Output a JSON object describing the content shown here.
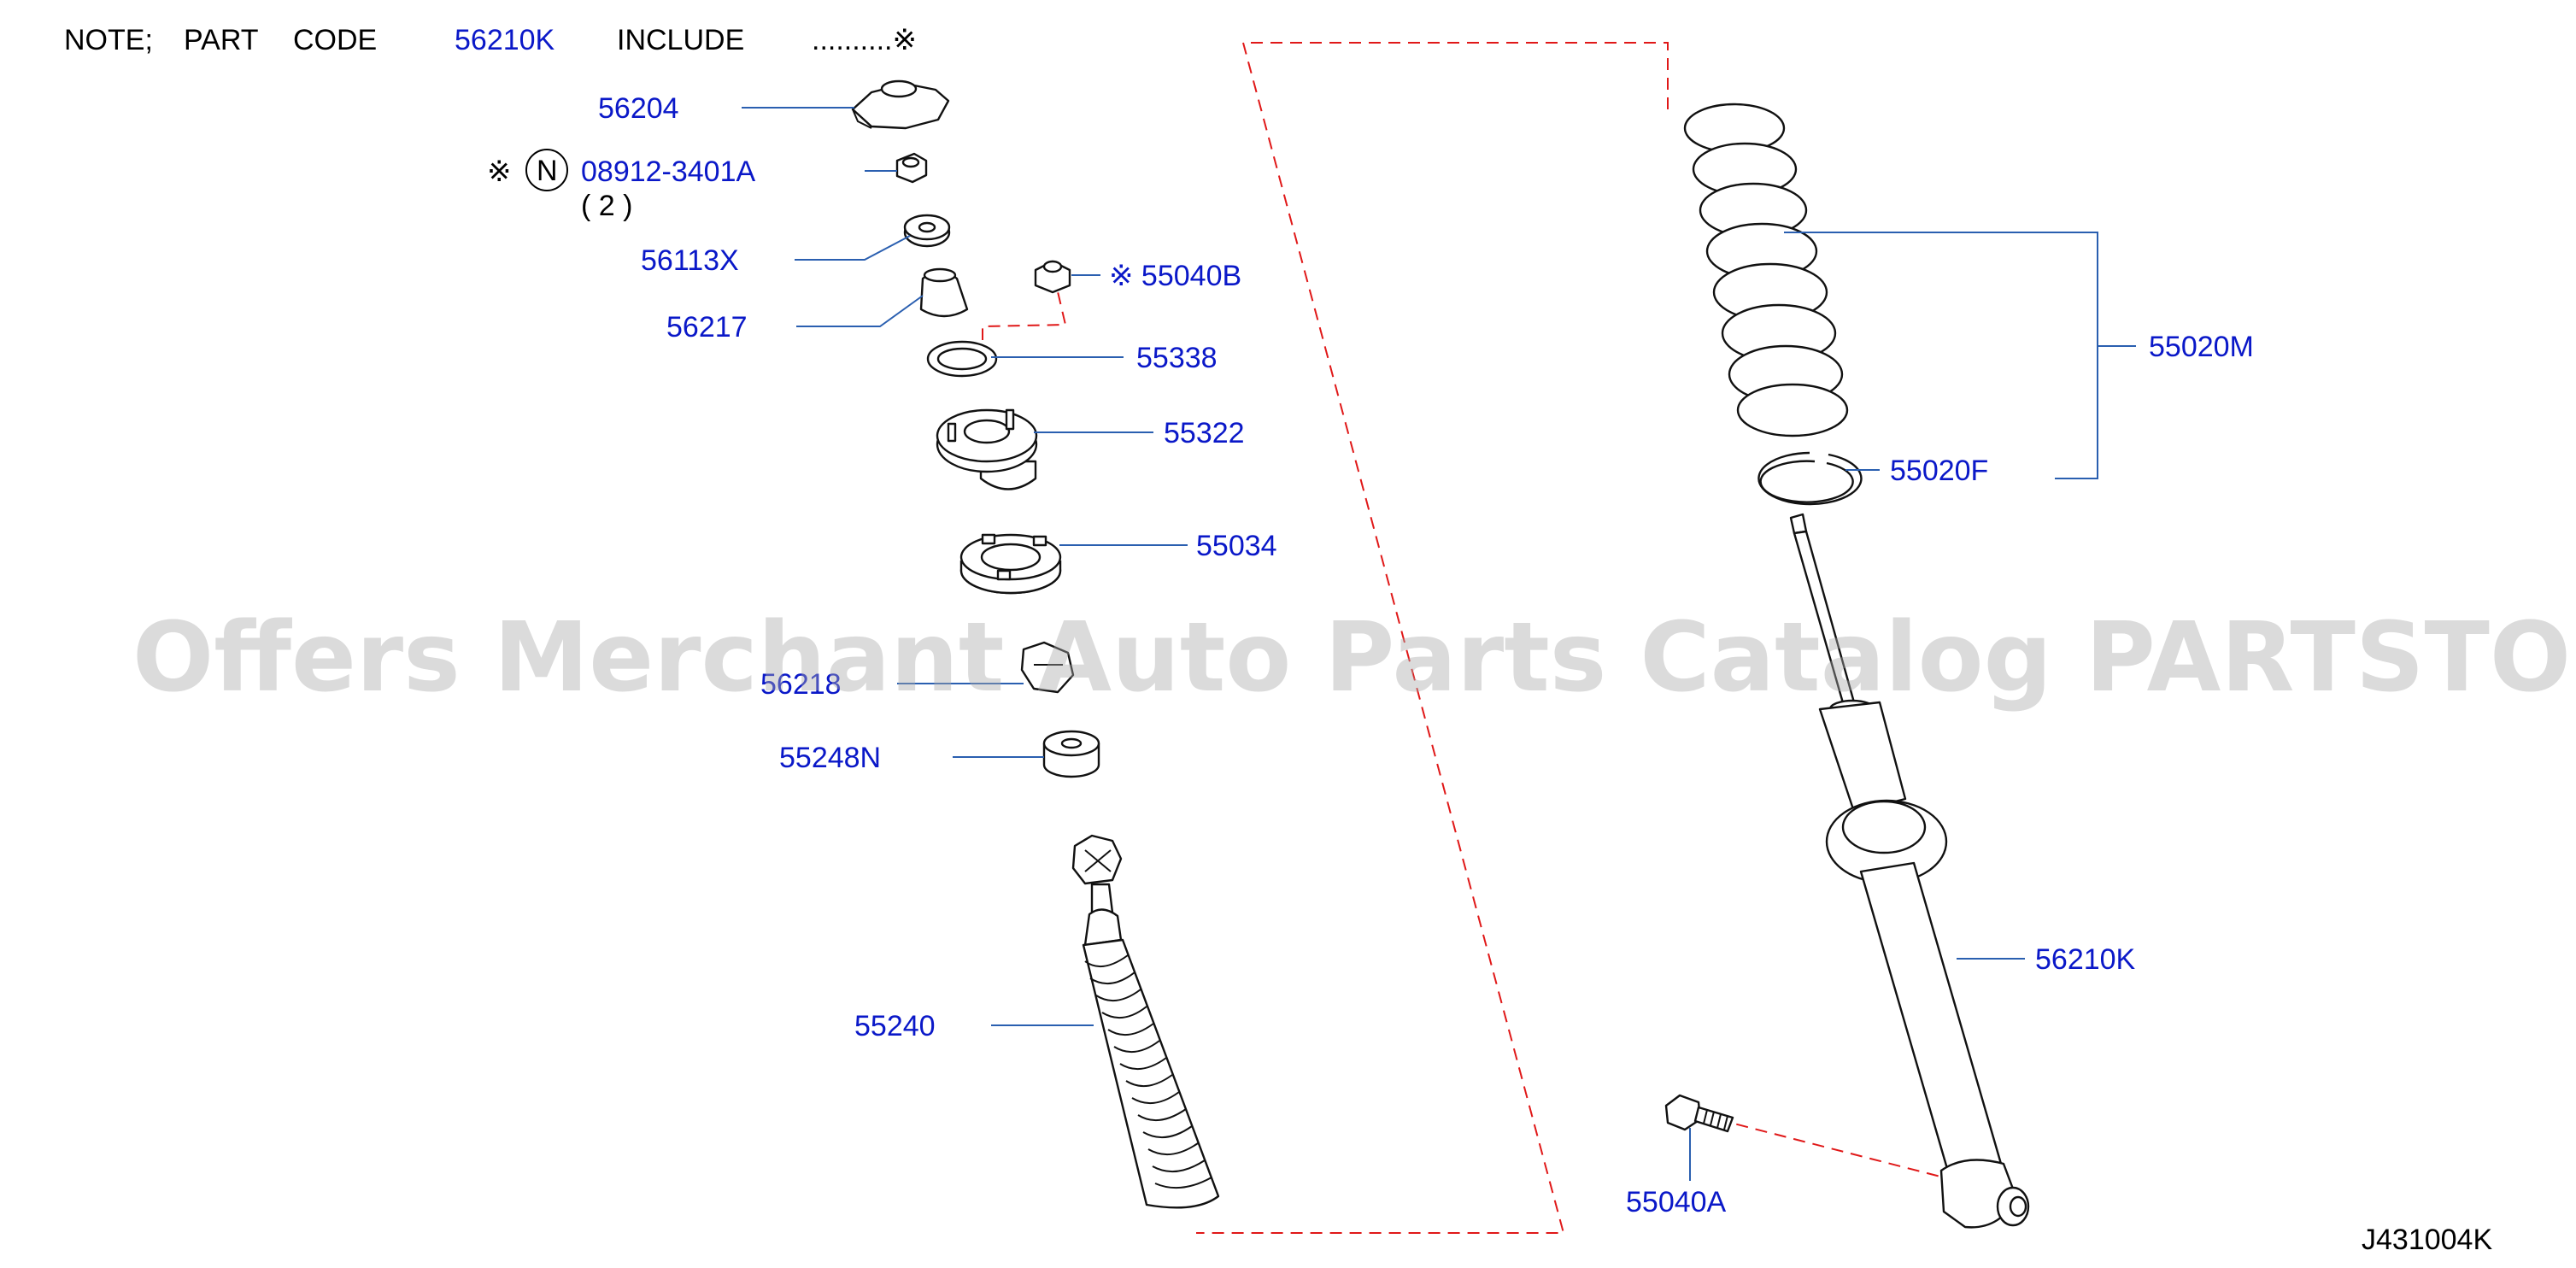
{
  "note": {
    "prefix": "NOTE;",
    "part": "PART",
    "code": "CODE",
    "ref": "56210K",
    "include": "INCLUDE",
    "mark": "..........※"
  },
  "labels": {
    "p56204": "56204",
    "p08912_mark": "※",
    "p08912_circle": "N",
    "p08912": "08912-3401A",
    "p08912_qty": "(  2  )",
    "p56113x": "56113X",
    "p55040b": "※ 55040B",
    "p56217": "56217",
    "p55338": "55338",
    "p55322": "55322",
    "p55034": "55034",
    "p56218": "56218",
    "p55248n": "55248N",
    "p55240": "55240",
    "p55020m": "55020M",
    "p55020f": "55020F",
    "p56210k": "56210K",
    "p55040a": "55040A"
  },
  "watermark": "Offers Merchant Auto Parts Catalog PARTSTORE.SA",
  "diagram_code": "J431004K",
  "colors": {
    "label": "#0a18c8",
    "leader": "#2a5fb0",
    "dashed_link": "#e01818",
    "part_outline": "#111111"
  }
}
